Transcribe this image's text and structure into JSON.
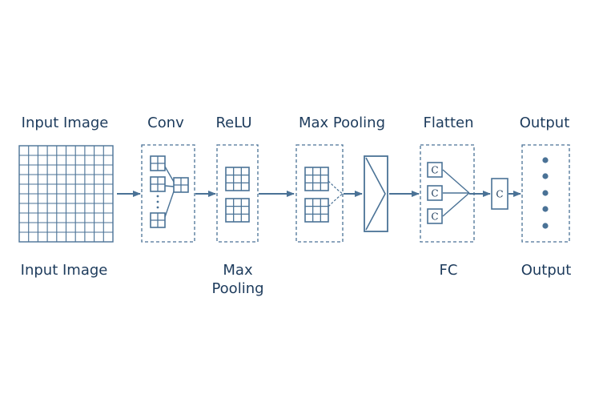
{
  "top_labels": {
    "input_image": "Input Image",
    "conv": "Conv",
    "relu": "ReLU",
    "max_pooling": "Max Pooling",
    "flatten": "Flatten",
    "output": "Output"
  },
  "bottom_labels": {
    "input_image": "Input Image",
    "max_pooling_line1": "Max",
    "max_pooling_line2": "Pooling",
    "fc": "FC",
    "output": "Output"
  },
  "node_glyph": "C",
  "colors": {
    "stroke": "#4a7296",
    "text": "#1d3b5c",
    "dot": "#4a7296",
    "background": "#ffffff"
  }
}
